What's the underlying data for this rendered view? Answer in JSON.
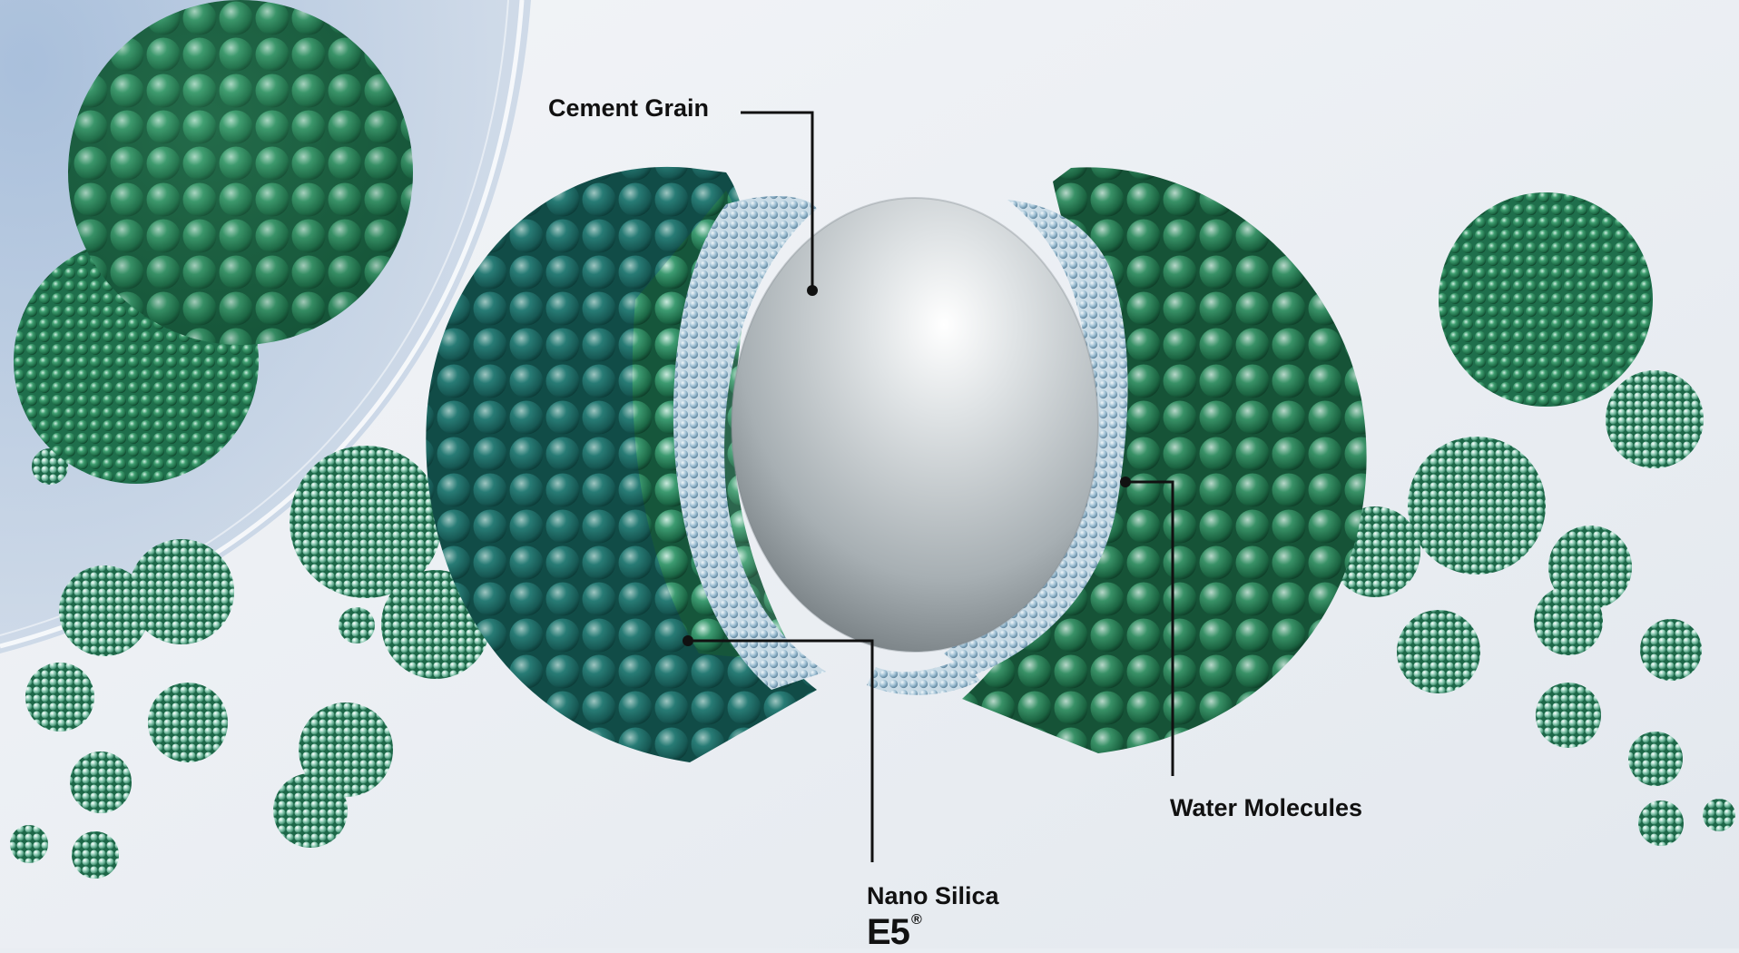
{
  "labels": {
    "cement_grain": "Cement Grain",
    "water_molecules": "Water Molecules",
    "nano_silica": "Nano Silica",
    "brand": "E5",
    "brand_mark": "®"
  },
  "colors": {
    "background": "#e9edf2",
    "backdrop_arc": "#b7c9e0",
    "nano_silica_green": "#2f8a5a",
    "nano_silica_teal": "#2e7d7a",
    "cement_grain_grey": "#a9b0b4",
    "water_blue": "#8fb4cc",
    "callout_line": "#111111"
  }
}
